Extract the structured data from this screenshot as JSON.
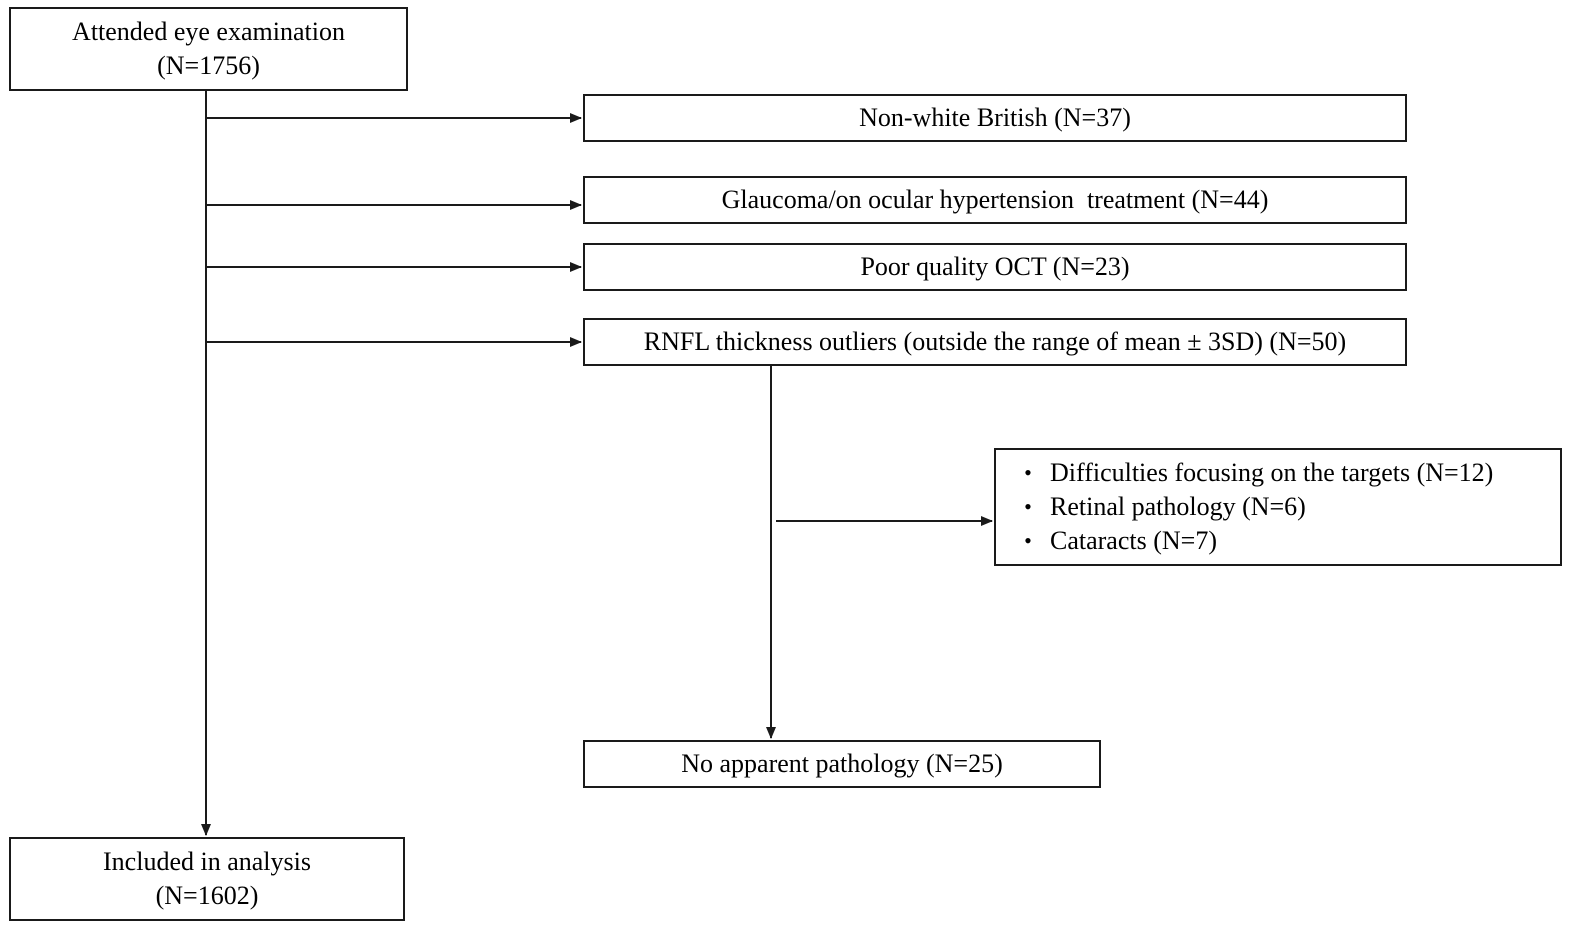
{
  "flow": {
    "start": {
      "line1": "Attended eye examination",
      "line2": "(N=1756)"
    },
    "exclusions": [
      {
        "label": "Non-white British (N=37)"
      },
      {
        "label": "Glaucoma/on ocular hypertension  treatment (N=44)"
      },
      {
        "label": "Poor quality OCT (N=23)"
      },
      {
        "label": "RNFL thickness outliers (outside the range of mean ± 3SD) (N=50)"
      }
    ],
    "outlier_reasons": [
      "Difficulties focusing on the targets (N=12)",
      "Retinal pathology (N=6)",
      "Cataracts (N=7)"
    ],
    "bullet_symbol": "•",
    "no_pathology": {
      "label": "No apparent pathology (N=25)"
    },
    "end": {
      "line1": "Included in analysis",
      "line2": "(N=1602)"
    }
  },
  "colors": {
    "line": "#1a1a1a",
    "box_border": "#1a1a1a",
    "background": "#ffffff"
  }
}
